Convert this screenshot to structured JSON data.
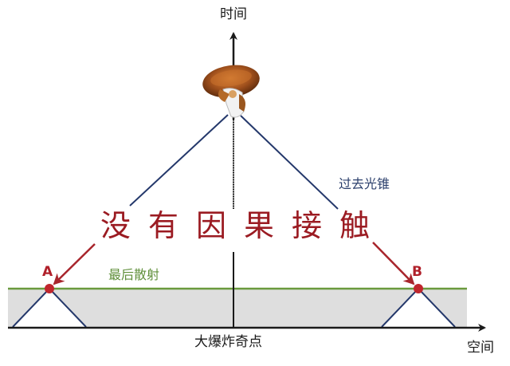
{
  "diagram": {
    "labels": {
      "time_axis": "时间",
      "space_axis": "空间",
      "big_bang": "大爆炸奇点",
      "past_light_cone": "过去光锥",
      "last_scattering": "最后散射",
      "no_causal_contact": "没有因果接触",
      "point_a": "A",
      "point_b": "B"
    },
    "colors": {
      "cone_line": "#24386b",
      "arrow_red": "#a8252c",
      "point_red": "#c0262d",
      "last_scattering_line": "#6a9a3e",
      "band_fill": "#dedede",
      "axis": "#1a1a1a",
      "title_red": "#9b1b22"
    },
    "icons": {
      "observer": "satellite-icon"
    }
  }
}
